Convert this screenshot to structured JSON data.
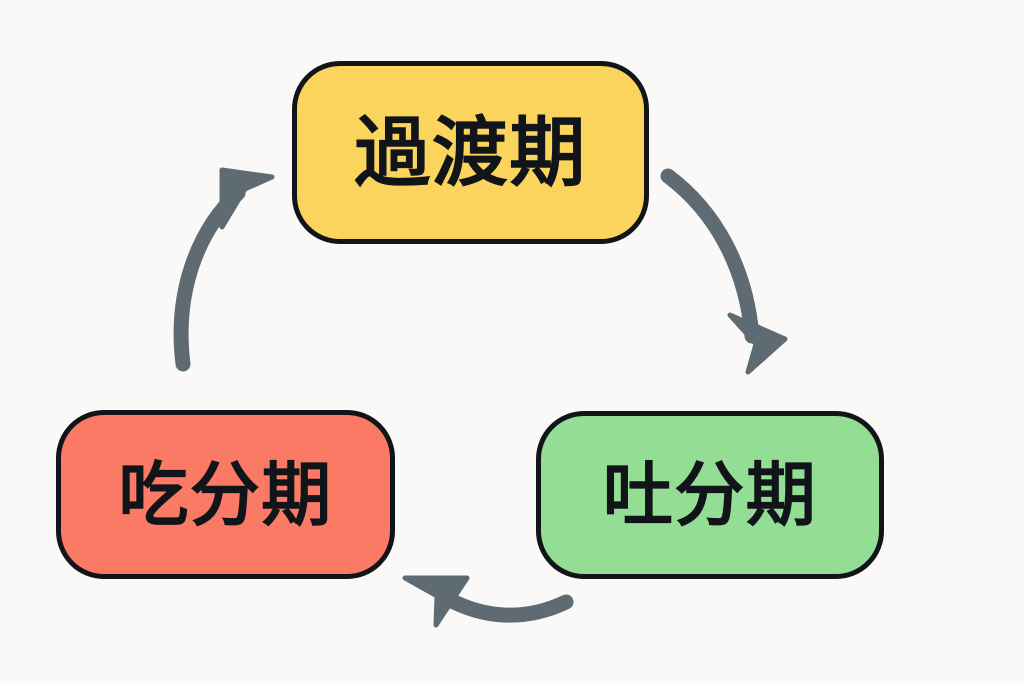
{
  "diagram": {
    "type": "cycle",
    "title": "",
    "background_color": "#faf9f7",
    "nodes": [
      {
        "id": "transition",
        "label": "過渡期",
        "fill_color": "#fbd45e",
        "border_color": "#111418",
        "text_color": "#111418",
        "position": "top"
      },
      {
        "id": "output",
        "label": "吐分期",
        "fill_color": "#94dd94",
        "border_color": "#111418",
        "text_color": "#111418",
        "position": "bottom-right"
      },
      {
        "id": "input",
        "label": "吃分期",
        "fill_color": "#fb7a66",
        "border_color": "#111418",
        "text_color": "#111418",
        "position": "bottom-left"
      }
    ],
    "arrows": [
      {
        "id": "transition-to-output",
        "from": "transition",
        "to": "output",
        "color": "#5f6b73",
        "direction": "clockwise"
      },
      {
        "id": "output-to-input",
        "from": "output",
        "to": "input",
        "color": "#5f6b73",
        "direction": "clockwise"
      },
      {
        "id": "input-to-transition",
        "from": "input",
        "to": "transition",
        "color": "#5f6b73",
        "direction": "clockwise"
      }
    ]
  }
}
